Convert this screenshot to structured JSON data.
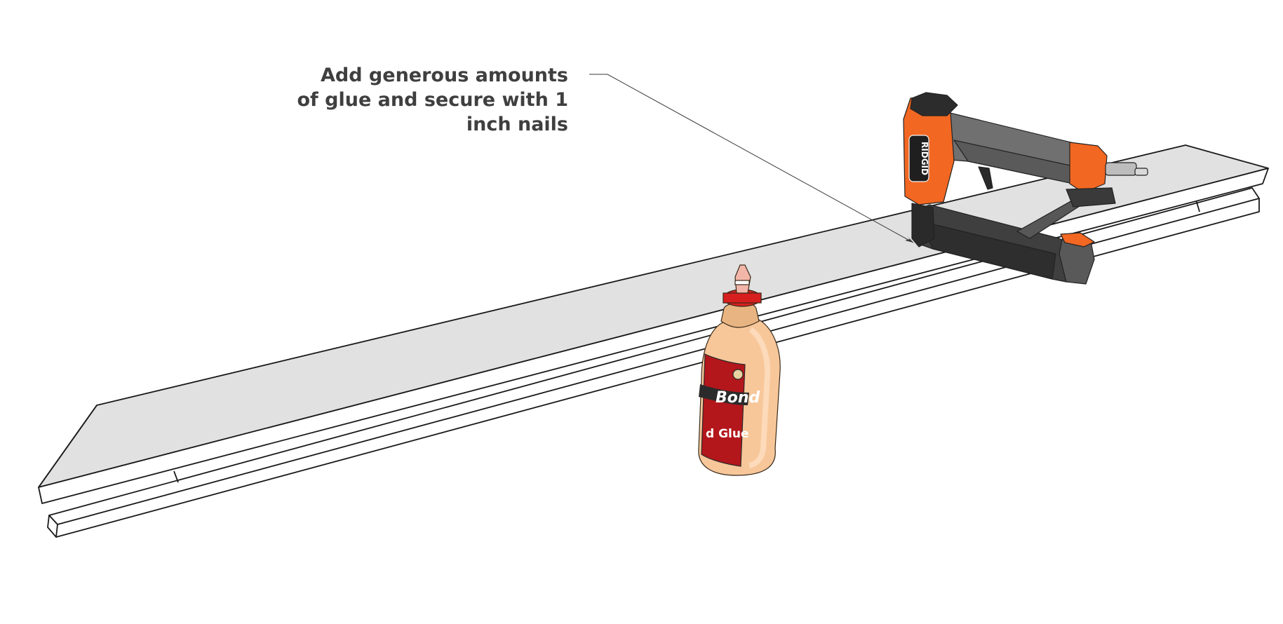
{
  "callout": {
    "lines": [
      "Add generous amounts",
      "of glue and secure with 1",
      "inch nails"
    ]
  },
  "glue_label": {
    "brand": "Bond",
    "product": "d Glue"
  },
  "nailer_label": {
    "brand": "RIDGID"
  },
  "colors": {
    "board_top": "#e1e1e1",
    "board_edge": "#ffffff",
    "outline": "#1a1a1a",
    "text": "#3f3f3f",
    "nailer_orange": "#f26722",
    "nailer_gray": "#6e6e6e",
    "nailer_dark": "#3a3a3a",
    "bottle_body": "#f7c79a",
    "bottle_cap": "#d81f1f",
    "label_red": "#b3161b"
  },
  "icons": [
    "brad-nailer-icon",
    "glue-bottle-icon"
  ]
}
